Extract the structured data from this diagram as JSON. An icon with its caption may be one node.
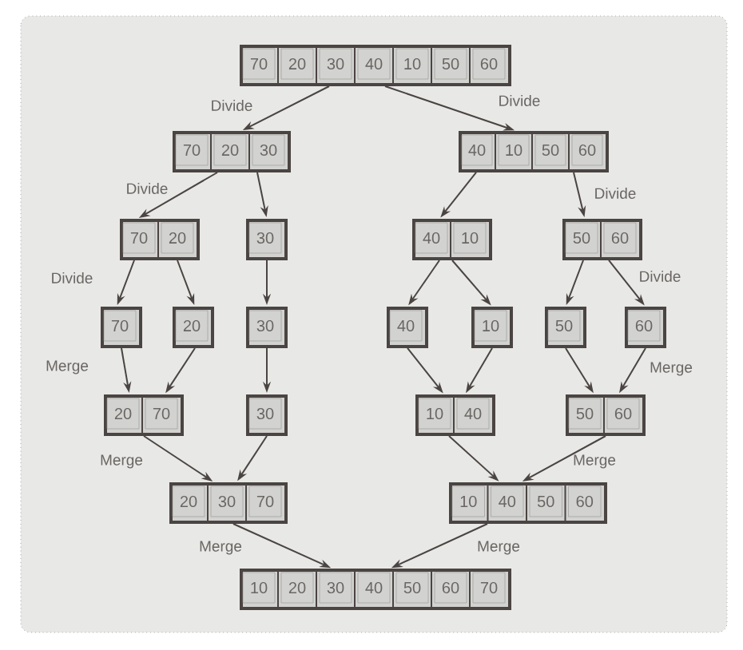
{
  "diagram": {
    "nodes": [
      {
        "text": [
          "70",
          "20",
          "30",
          "40",
          "10",
          "50",
          "60"
        ]
      },
      {
        "text": [
          "70",
          "20",
          "30"
        ]
      },
      {
        "text": [
          "40",
          "10",
          "50",
          "60"
        ]
      },
      {
        "text": [
          "70",
          "20"
        ]
      },
      {
        "text": [
          "30"
        ]
      },
      {
        "text": [
          "40",
          "10"
        ]
      },
      {
        "text": [
          "50",
          "60"
        ]
      },
      {
        "text": [
          "70"
        ]
      },
      {
        "text": [
          "20"
        ]
      },
      {
        "text": [
          "30"
        ]
      },
      {
        "text": [
          "40"
        ]
      },
      {
        "text": [
          "10"
        ]
      },
      {
        "text": [
          "50"
        ]
      },
      {
        "text": [
          "60"
        ]
      },
      {
        "text": [
          "20",
          "70"
        ]
      },
      {
        "text": [
          "30"
        ]
      },
      {
        "text": [
          "10",
          "40"
        ]
      },
      {
        "text": [
          "50",
          "60"
        ]
      },
      {
        "text": [
          "20",
          "30",
          "70"
        ]
      },
      {
        "text": [
          "10",
          "40",
          "50",
          "60"
        ]
      },
      {
        "text": [
          "10",
          "20",
          "30",
          "40",
          "50",
          "60",
          "70"
        ]
      }
    ],
    "edges": [
      {
        "from": 0,
        "to": 1,
        "arrow": "to",
        "label": "Divide"
      },
      {
        "from": 0,
        "to": 2,
        "arrow": "to",
        "label": "Divide"
      },
      {
        "from": 1,
        "to": 3,
        "arrow": "to",
        "label": "Divide"
      },
      {
        "from": 1,
        "to": 4,
        "arrow": "to"
      },
      {
        "from": 2,
        "to": 5,
        "arrow": "to"
      },
      {
        "from": 2,
        "to": 6,
        "arrow": "to",
        "label": "Divide"
      },
      {
        "from": 3,
        "to": 7,
        "arrow": "to",
        "label": "Divide"
      },
      {
        "from": 3,
        "to": 8,
        "arrow": "to"
      },
      {
        "from": 4,
        "to": 9,
        "arrow": "to"
      },
      {
        "from": 5,
        "to": 10,
        "arrow": "to"
      },
      {
        "from": 5,
        "to": 11,
        "arrow": "to"
      },
      {
        "from": 6,
        "to": 12,
        "arrow": "to"
      },
      {
        "from": 6,
        "to": 13,
        "arrow": "to",
        "label": "Divide"
      },
      {
        "from": 7,
        "to": 14,
        "arrow": "to",
        "label": "Merge"
      },
      {
        "from": 8,
        "to": 14,
        "arrow": "to"
      },
      {
        "from": 9,
        "to": 15,
        "arrow": "to"
      },
      {
        "from": 10,
        "to": 16,
        "arrow": "to"
      },
      {
        "from": 11,
        "to": 16,
        "arrow": "to"
      },
      {
        "from": 12,
        "to": 17,
        "arrow": "to"
      },
      {
        "from": 13,
        "to": 17,
        "arrow": "to",
        "label": "Merge"
      },
      {
        "from": 14,
        "to": 18,
        "arrow": "to",
        "label": "Merge"
      },
      {
        "from": 15,
        "to": 18,
        "arrow": "to"
      },
      {
        "from": 16,
        "to": 19,
        "arrow": "to"
      },
      {
        "from": 17,
        "to": 19,
        "arrow": "to",
        "label": "Merge"
      },
      {
        "from": 18,
        "to": 20,
        "arrow": "to",
        "label": "Merge"
      },
      {
        "from": 19,
        "to": 20,
        "arrow": "to",
        "label": "Merge"
      }
    ]
  }
}
